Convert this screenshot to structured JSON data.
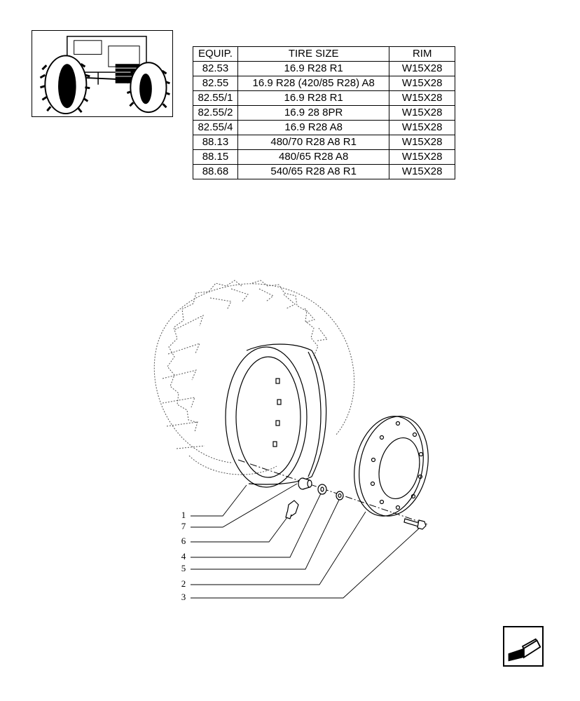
{
  "table": {
    "headers": [
      "EQUIP.",
      "TIRE SIZE",
      "RIM"
    ],
    "rows": [
      [
        "82.53",
        "16.9 R28 R1",
        "W15X28"
      ],
      [
        "82.55",
        "16.9 R28 (420/85 R28) A8",
        "W15X28"
      ],
      [
        "82.55/1",
        "16.9 R28 R1",
        "W15X28"
      ],
      [
        "82.55/2",
        "16.9 28 8PR",
        "W15X28"
      ],
      [
        "82.55/4",
        "16.9 R28 A8",
        "W15X28"
      ],
      [
        "88.13",
        "480/70 R28 A8 R1",
        "W15X28"
      ],
      [
        "88.15",
        "480/65 R28 A8",
        "W15X28"
      ],
      [
        "88.68",
        "540/65 R28 A8 R1",
        "W15X28"
      ]
    ]
  },
  "callouts": [
    "1",
    "7",
    "6",
    "4",
    "5",
    "2",
    "3"
  ]
}
